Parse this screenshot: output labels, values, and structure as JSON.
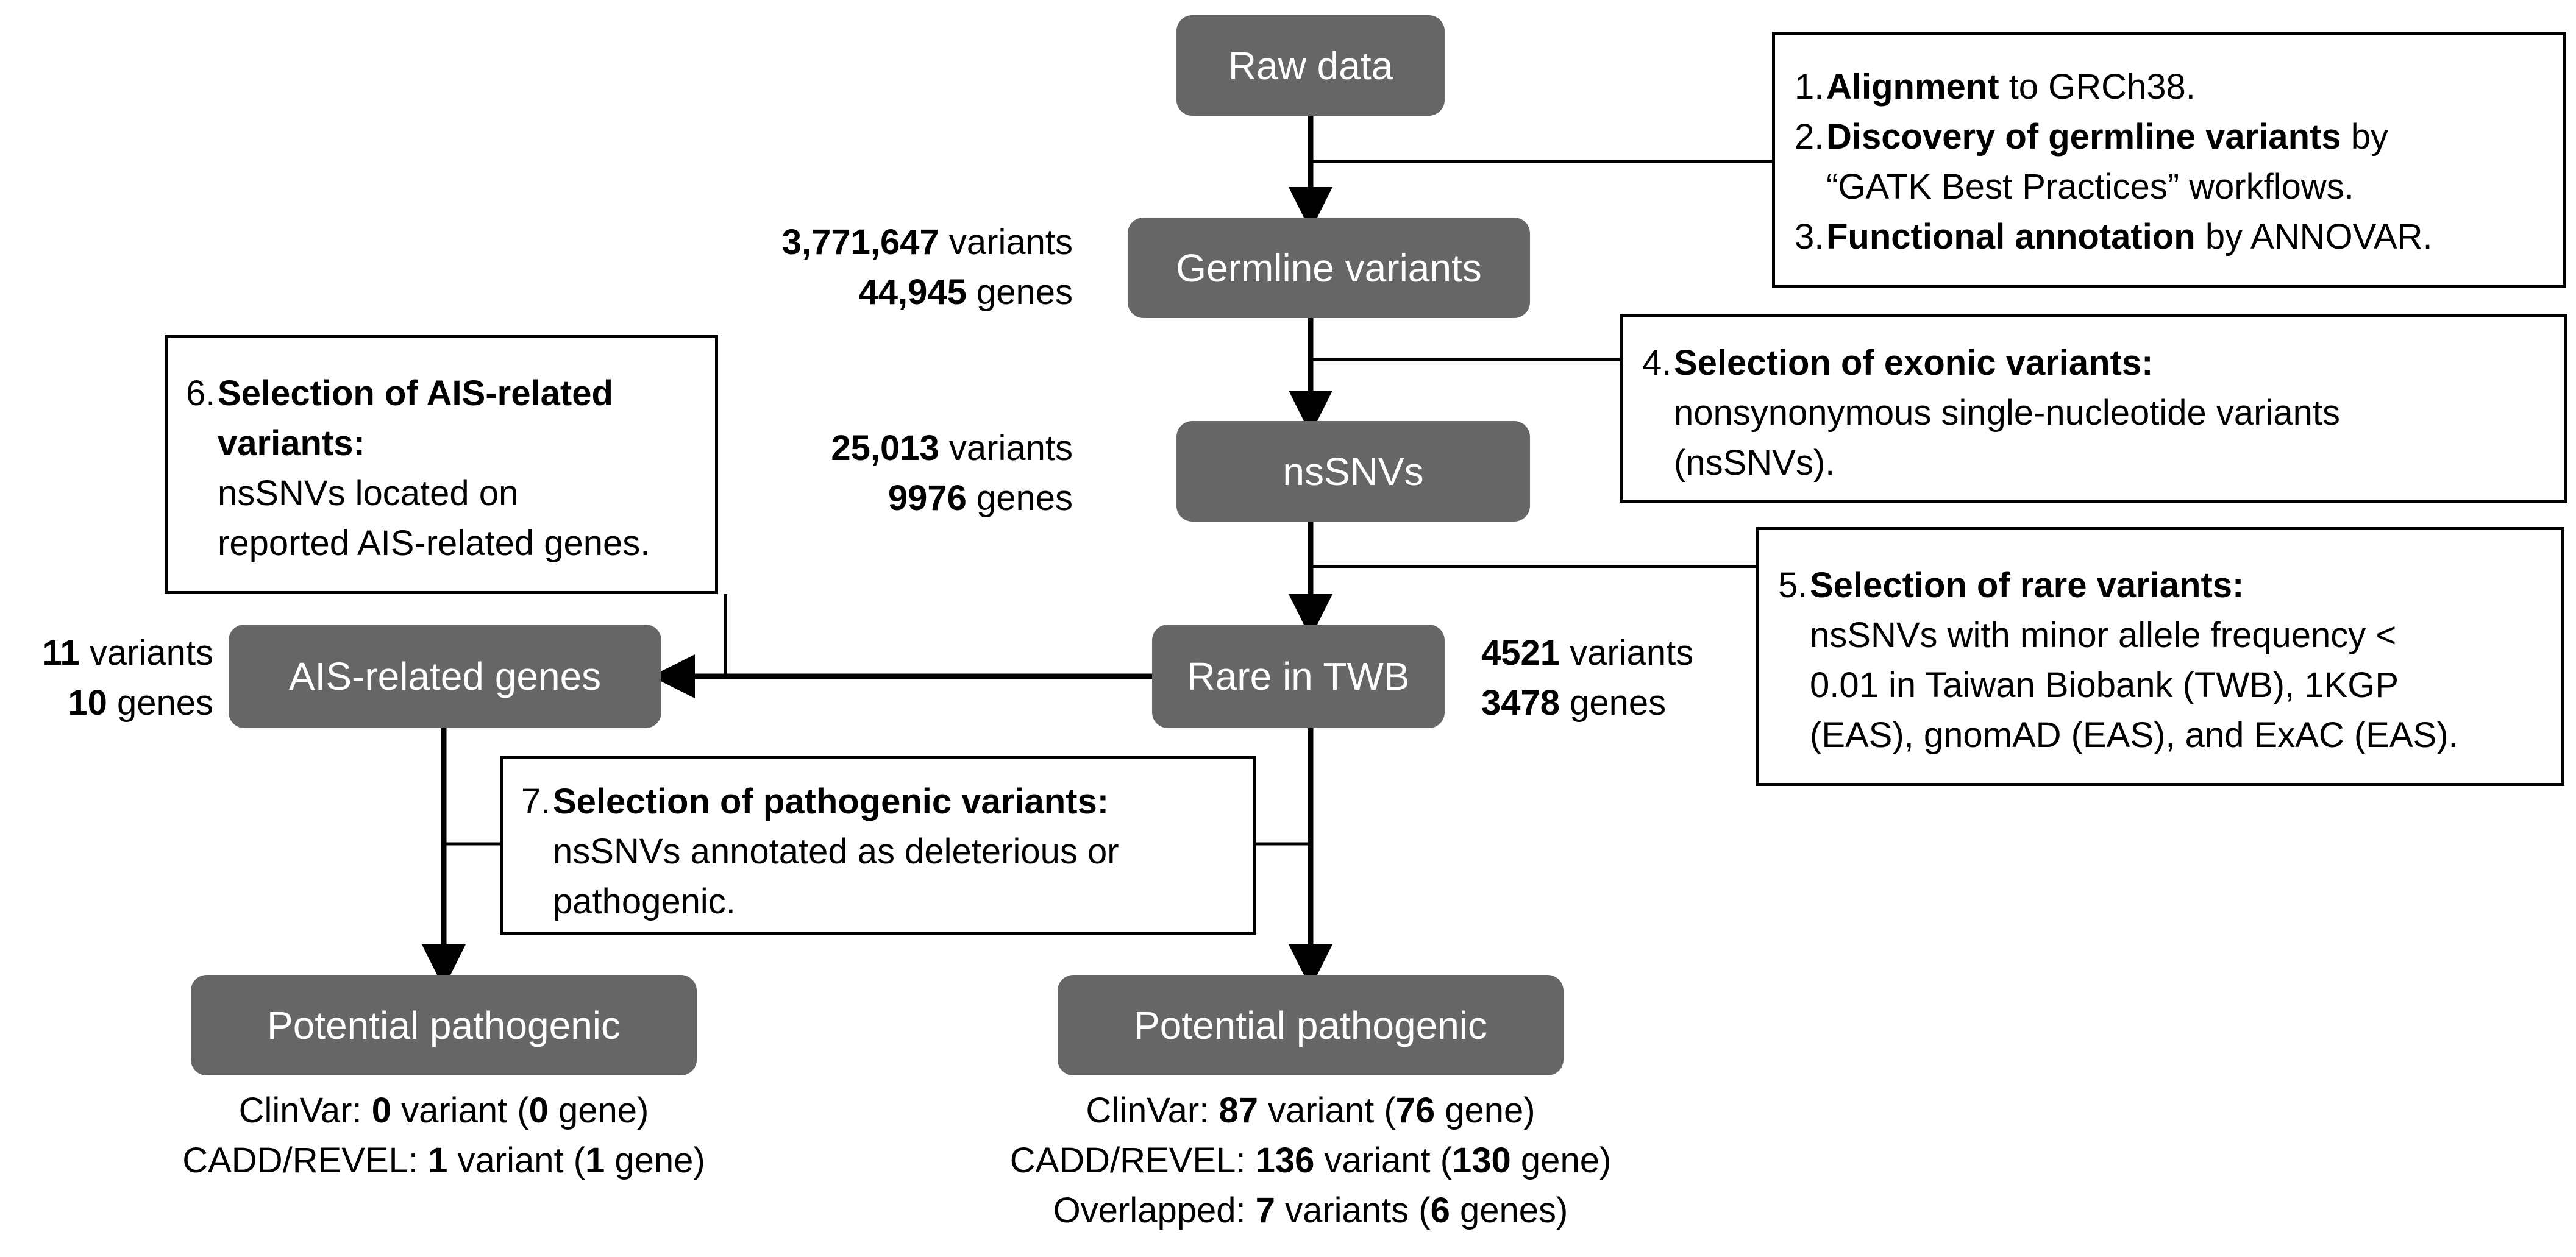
{
  "nodes": {
    "raw": "Raw data",
    "germline": "Germline variants",
    "nssnv": "nsSNVs",
    "rare": "Rare in TWB",
    "ais": "AIS-related genes",
    "path_left": "Potential pathogenic",
    "path_right": "Potential pathogenic"
  },
  "steps": {
    "s1": {
      "num": "1.",
      "bold": "Alignment",
      "text": " to GRCh38."
    },
    "s2": {
      "num": "2.",
      "bold": "Discovery of germline variants",
      "text": " by",
      "line2": "“GATK Best Practices” workflows."
    },
    "s3": {
      "num": "3.",
      "bold": "Functional annotation",
      "text": " by ANNOVAR."
    },
    "s4": {
      "num": "4.",
      "bold": "Selection of exonic variants:",
      "line2": "nonsynonymous single-nucleotide variants",
      "line3": "(nsSNVs)."
    },
    "s5": {
      "num": "5.",
      "bold": "Selection of rare variants:",
      "line2": "nsSNVs with minor allele frequency <",
      "line3": "0.01 in Taiwan Biobank (TWB), 1KGP",
      "line4": "(EAS), gnomAD (EAS), and ExAC (EAS)."
    },
    "s6": {
      "num": "6.",
      "bold": "Selection of AIS-related",
      "bold2": "variants:",
      "line3": "nsSNVs located on",
      "line4": "reported AIS-related genes."
    },
    "s7": {
      "num": "7.",
      "bold": "Selection of pathogenic variants:",
      "line2": "nsSNVs annotated as deleterious or",
      "line3": "pathogenic."
    }
  },
  "counts": {
    "germline": {
      "variants": "3,771,647",
      "variants_label": " variants",
      "genes": "44,945",
      "genes_label": " genes"
    },
    "nssnv": {
      "variants": "25,013",
      "variants_label": " variants",
      "genes": "9976",
      "genes_label": " genes"
    },
    "ais": {
      "variants": "11",
      "variants_label": " variants",
      "genes": "10",
      "genes_label": " genes"
    },
    "rare": {
      "variants": "4521",
      "variants_label": " variants",
      "genes": "3478",
      "genes_label": " genes"
    }
  },
  "results_left": {
    "clinvar": {
      "label": "ClinVar: ",
      "n": "0",
      "mid": " variant (",
      "g": "0",
      "end": " gene)"
    },
    "cadd": {
      "label": "CADD/REVEL: ",
      "n": "1",
      "mid": " variant (",
      "g": "1",
      "end": " gene)"
    }
  },
  "results_right": {
    "clinvar": {
      "label": "ClinVar: ",
      "n": "87",
      "mid": " variant (",
      "g": "76",
      "end": " gene)"
    },
    "cadd": {
      "label": "CADD/REVEL: ",
      "n": "136",
      "mid": " variant (",
      "g": "130",
      "end": " gene)"
    },
    "overlap": {
      "label": "Overlapped: ",
      "n": "7",
      "mid": " variants (",
      "g": "6",
      "end": " genes)"
    }
  }
}
